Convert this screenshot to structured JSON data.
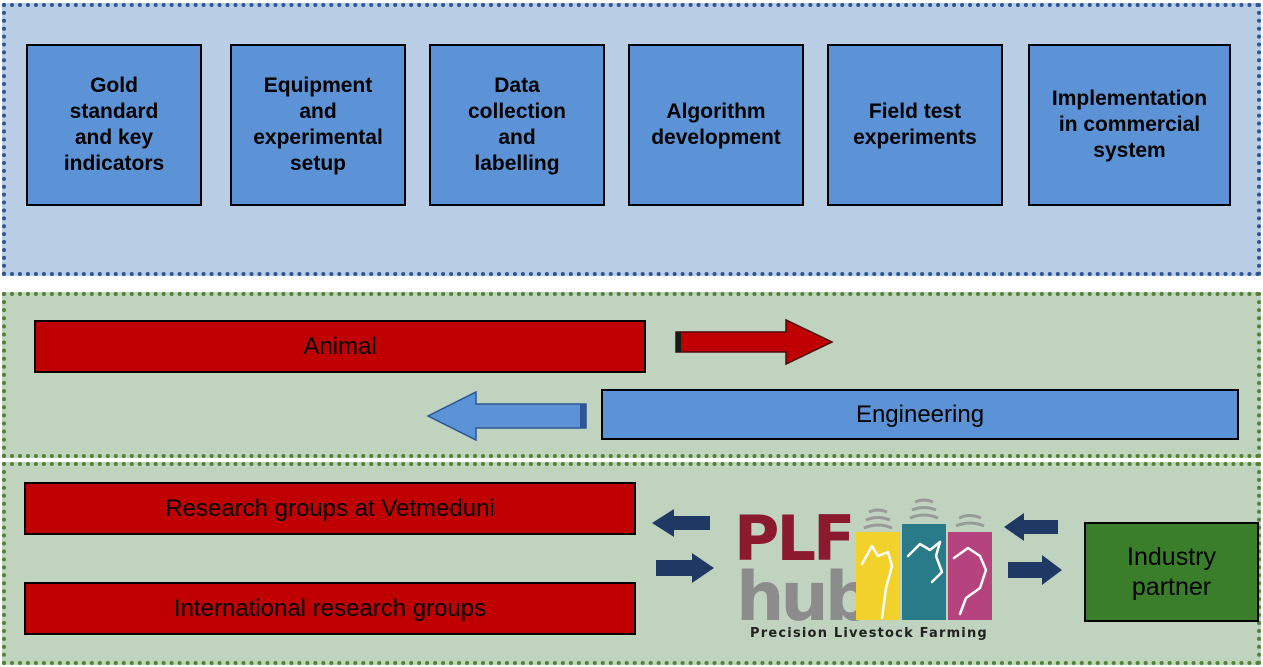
{
  "steps": [
    "Gold\nstandard\nand key\nindicators",
    "Equipment\nand\nexperimental\nsetup",
    "Data\ncollection\nand\nlabelling",
    "Algorithm\ndevelopment",
    "Field test\nexperiments",
    "Implementation\nin commercial\nsystem"
  ],
  "disciplines": {
    "animal": "Animal",
    "engineering": "Engineering"
  },
  "partners": {
    "vetmeduni": "Research groups at Vetmeduni",
    "international": "International research groups",
    "industry": "Industry\npartner"
  },
  "logo": {
    "text_top": "PLF",
    "text_bottom": "hub",
    "caption": "Precision Livestock Farming"
  },
  "colors": {
    "step_fill": "#5b93d6",
    "animal_red": "#c00000",
    "industry_green": "#3a7d2a",
    "arrow_navy": "#1f3864"
  }
}
